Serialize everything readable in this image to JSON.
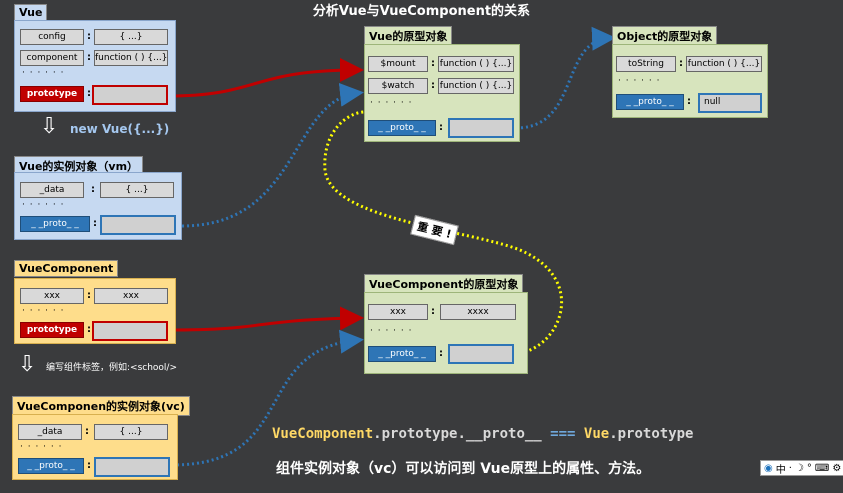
{
  "title": "分析Vue与VueComponent的关系",
  "vue": {
    "header": "Vue",
    "rows": [
      {
        "key": "config",
        "val": "{ ...}"
      },
      {
        "key": "component",
        "val": "function ( ) {...}"
      }
    ],
    "dots": "· · · · · ·",
    "proto_key": "prototype"
  },
  "new_vue": "new Vue({...})",
  "vm": {
    "header": "Vue的实例对象（vm）",
    "rows": [
      {
        "key": "_data",
        "val": "{ ...}"
      }
    ],
    "dots": "· · · · · ·",
    "proto_key": "_ _proto_ _"
  },
  "vc_ctor": {
    "header": "VueComponent",
    "rows": [
      {
        "key": "xxx",
        "val": "xxx"
      }
    ],
    "dots": "· · · · · ·",
    "proto_key": "prototype"
  },
  "write_tag": "编写组件标签，例如:<school/>",
  "vc": {
    "header": "VueComponen的实例对象(vc)",
    "rows": [
      {
        "key": "_data",
        "val": "{ ...}"
      }
    ],
    "dots": "· · · · · ·",
    "proto_key": "_ _proto_ _"
  },
  "vue_proto": {
    "header": "Vue的原型对象",
    "rows": [
      {
        "key": "$mount",
        "val": "function ( ) {...}"
      },
      {
        "key": "$watch",
        "val": "function ( ) {...}"
      }
    ],
    "dots": "· · · · · ·",
    "proto_key": "_ _proto_ _"
  },
  "obj_proto": {
    "header": "Object的原型对象",
    "rows": [
      {
        "key": "toString",
        "val": "function ( ) {...}"
      }
    ],
    "dots": "· · · · · ·",
    "proto_key": "_ _proto_ _",
    "proto_val": "null"
  },
  "vc_proto": {
    "header": "VueComponent的原型对象",
    "rows": [
      {
        "key": "xxx",
        "val": "xxxx"
      }
    ],
    "dots": "· · · · · ·",
    "proto_key": "_ _proto_ _"
  },
  "important": "重 要 !",
  "formula": {
    "p1": "VueComponent",
    "p2": ".prototype.__proto__ ",
    "p3": "===",
    "p4": " Vue",
    "p5": ".prototype"
  },
  "note": "组件实例对象（vc）可以访问到 Vue原型上的属性、方法。",
  "tray": {
    "lang": "中",
    "items": [
      "·",
      "☽",
      "°",
      "⌨",
      "⚙",
      "⁘"
    ]
  },
  "colors": {
    "blue_box": "#c6d9f1",
    "green_box": "#d7e4bd",
    "yellow_box": "#fedd8b",
    "red_arrow": "#c00000",
    "blue_dots": "#2e75b6",
    "yellow_dots": "#ffff00"
  }
}
